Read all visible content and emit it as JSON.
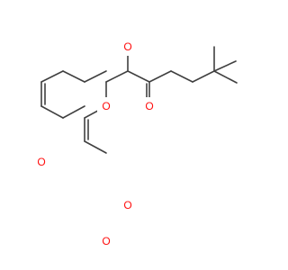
{
  "molecule": {
    "atoms": [
      {
        "id": "o_ester_a",
        "label": "O",
        "color": "#ff0d0d"
      },
      {
        "id": "o_carbonyl_a",
        "label": "O",
        "color": "#ff0d0d"
      },
      {
        "id": "o_ether",
        "label": "O",
        "color": "#ff0d0d"
      },
      {
        "id": "o_methoxy",
        "label": "O",
        "color": "#ff0d0d"
      },
      {
        "id": "o_lactone",
        "label": "O",
        "color": "#ff0d0d"
      },
      {
        "id": "o_lactone_carbonyl",
        "label": "O",
        "color": "#ff0d0d"
      }
    ],
    "bond_color": "#404040"
  }
}
